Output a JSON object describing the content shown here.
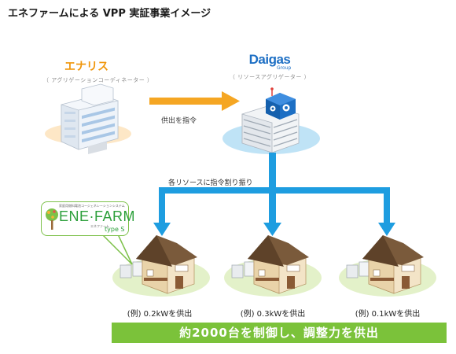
{
  "title": "エネファームによる VPP 実証事業イメージ",
  "aggregators": {
    "eneris": {
      "name": "エナリス",
      "role": "（ アグリゲーションコーディネーター ）"
    },
    "daigas": {
      "name": "Daigas",
      "group": "Group",
      "role": "（ リソースアグリゲーター ）"
    }
  },
  "arrows": {
    "supply_instruction": "供出を指令",
    "allocation": "各リソースに指令割り振り"
  },
  "logo": {
    "tiny": "家庭用燃料電池コージェネレーションシステム",
    "brand": "ENE·FARM",
    "kana": "エネファーム",
    "type": "type S"
  },
  "houses": [
    {
      "label": "(例) 0.2kWを供出"
    },
    {
      "label": "(例) 0.3kWを供出"
    },
    {
      "label": "(例) 0.1kWを供出"
    }
  ],
  "banner": "約2000台を制御し、調整力を供出",
  "colors": {
    "orange_arrow": "#f5a623",
    "blue_arrow": "#1e9de0",
    "banner_green": "#7bc23a",
    "ground_green": "#e3f1c9",
    "ground_blue": "#bfe3f6",
    "daigas_blue": "#1d6fc4",
    "eneris_orange": "#f0960a"
  }
}
